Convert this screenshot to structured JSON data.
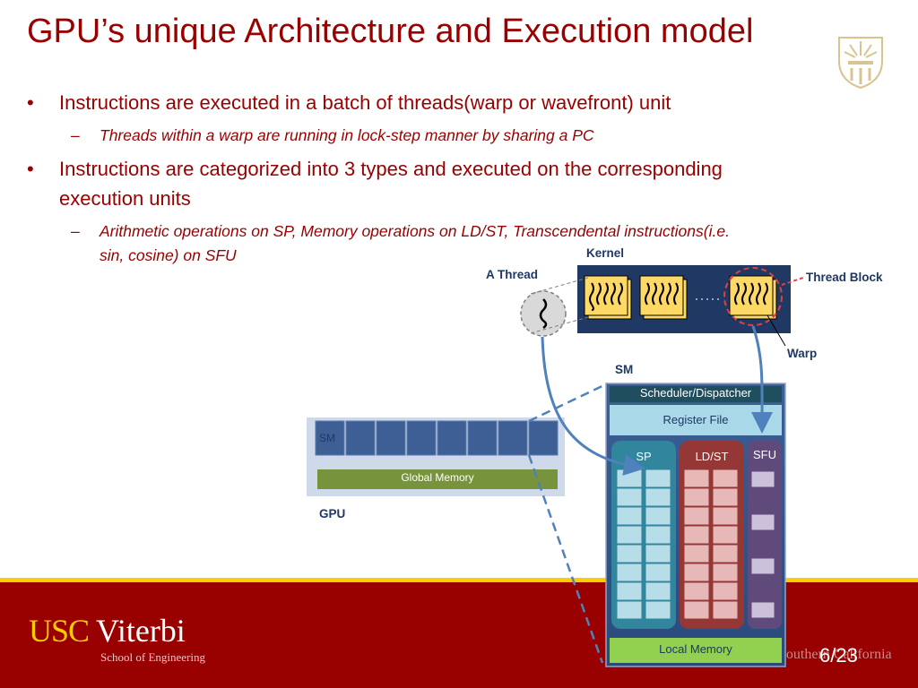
{
  "slide": {
    "title": "GPU’s unique Architecture and Execution model",
    "bullets": [
      {
        "text": "Instructions are executed in a batch of threads(warp or wavefront) unit",
        "sub": "Threads within a warp are running in lock-step manner by sharing a PC"
      },
      {
        "text_line1": "Instructions are categorized into 3 types and executed on the corresponding",
        "text_line2": "execution units",
        "sub_line1": "Arithmetic operations on SP, Memory operations on LD/ST, Transcendental instructions(i.e.",
        "sub_line2": "sin, cosine) on SFU"
      }
    ],
    "page_number": "6/23"
  },
  "diagram": {
    "kernel_label": "Kernel",
    "thread_label": "A Thread",
    "thread_block_label": "Thread Block",
    "warp_label": "Warp",
    "sm_label": "SM",
    "gpu_label": "GPU",
    "gpu_sm_label": "SM",
    "global_memory_label": "Global Memory",
    "scheduler_label": "Scheduler/Dispatcher",
    "register_file_label": "Register File",
    "sp_label": "SP",
    "ldst_label": "LD/ST",
    "sfu_label": "SFU",
    "local_memory_label": "Local Memory",
    "colors": {
      "title": "#990000",
      "kernel_bg": "#1f3864",
      "thread_block": "#ffd966",
      "sm_bg": "#2f4f7f",
      "sp": "#31859c",
      "ldst": "#953735",
      "sfu": "#604a7b",
      "local_memory": "#92d050",
      "global_memory": "#77933c"
    }
  },
  "footer": {
    "logo_usc": "USC",
    "logo_viterbi": "Viterbi",
    "school": "School of Engineering",
    "university_partial": "Southern California"
  }
}
